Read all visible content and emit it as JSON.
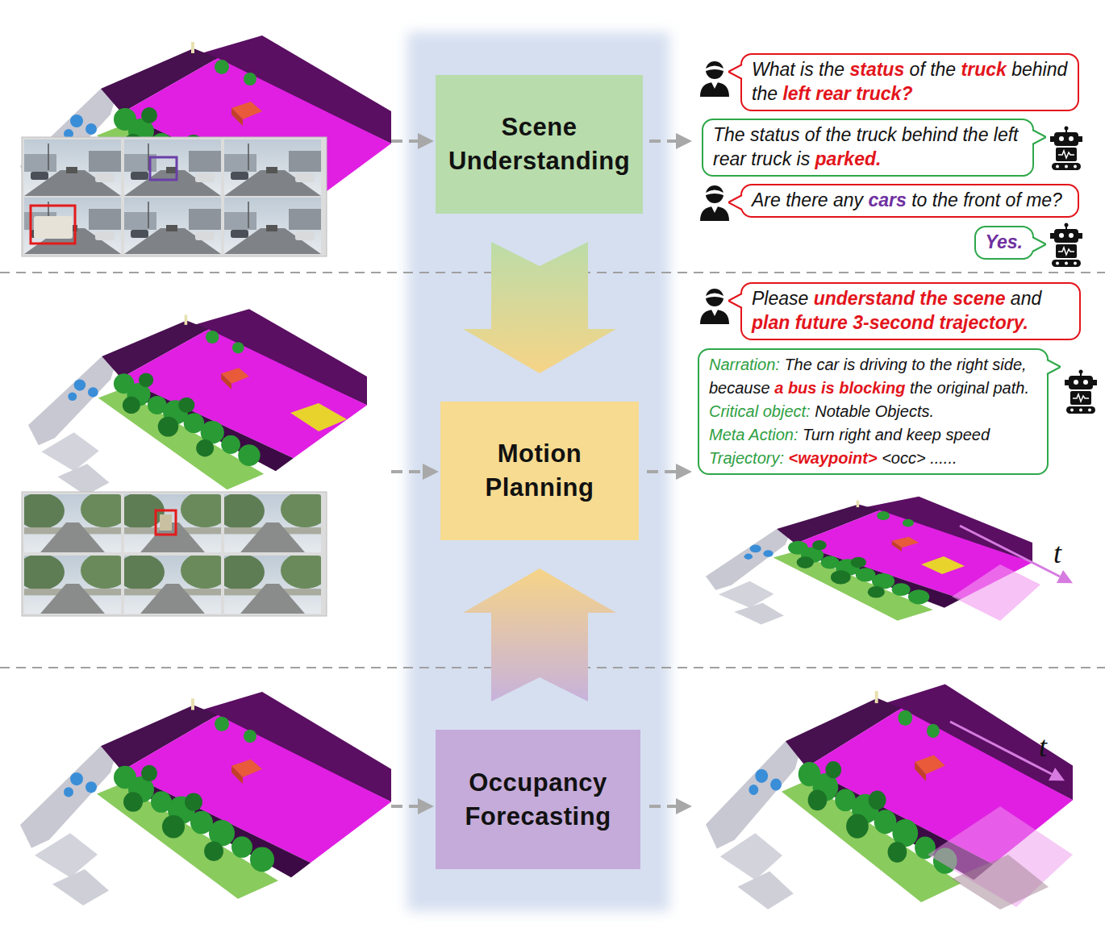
{
  "diagram": {
    "nodes": [
      {
        "text": [
          "Scene Understanding"
        ]
      },
      {
        "text": [
          "What is the status of the truck behind the left rear truck?"
        ]
      },
      {
        "text": [
          "The status of the truck behind the left rear truck is parked."
        ]
      },
      {
        "text": [
          "Are there any cars to the front of me?"
        ]
      },
      {
        "text": [
          "Yes."
        ]
      },
      {
        "text": [
          "Motion Planning"
        ]
      },
      {
        "text": [
          "Please understand the scene and plan future 3-second trajectory."
        ]
      },
      {
        "text": [
          "Narration: The car is driving to the right side, because a bus is blocking the original path.",
          "Critical object: Notable Objects.",
          "Meta Action: Turn right and keep speed",
          "Trajectory: <waypoint> <occ> ......"
        ]
      },
      {
        "text": [
          "Occupancy Forecasting"
        ]
      }
    ],
    "edges": [
      {
        "from": 0,
        "to": 5,
        "arrow": "to"
      },
      {
        "from": 8,
        "to": 5,
        "arrow": "to"
      }
    ],
    "labels": [
      "t",
      "t"
    ]
  }
}
